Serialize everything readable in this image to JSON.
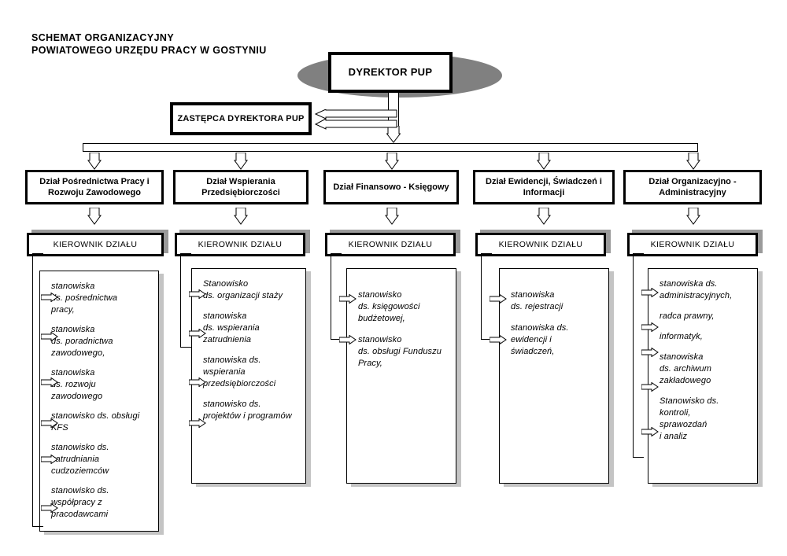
{
  "title": {
    "line1": "SCHEMAT  ORGANIZACYJNY",
    "line2": "POWIATOWEGO  URZĘDU  PRACY W GOSTYNIU",
    "full": "SCHEMAT  ORGANIZACYJNY\nPOWIATOWEGO  URZĘDU  PRACY W GOSTYNIU"
  },
  "top": {
    "director": "DYREKTOR\nPUP",
    "deputy": "ZASTĘPCA  DYREKTORA\nPUP"
  },
  "manager_label": "KIEROWNIK  DZIAŁU",
  "columns": [
    {
      "department": "Dział Pośrednictwa Pracy\ni Rozwoju Zawodowego",
      "manager": "KIEROWNIK  DZIAŁU",
      "positions": [
        "stanowiska\nds. pośrednictwa\npracy,",
        "stanowiska\nds. poradnictwa\nzawodowego,",
        "stanowiska\nds. rozwoju\nzawodowego",
        "stanowisko ds. obsługi\nKFS",
        "stanowisko ds.\nzatrudniania\ncudzoziemców",
        "stanowisko ds.\nwspółpracy z\npracodawcami"
      ]
    },
    {
      "department": "Dział Wspierania\nPrzedsiębiorczości",
      "manager": "KIEROWNIK  DZIAŁU",
      "positions": [
        "Stanowisko\nds. organizacji staży",
        "stanowiska\nds. wspierania\nzatrudnienia",
        "stanowiska ds.\nwspierania\nprzedsiębiorczości",
        "stanowisko ds.\nprojektów i programów"
      ]
    },
    {
      "department": "Dział Finansowo -\nKsięgowy",
      "manager": "KIEROWNIK  DZIAŁU",
      "positions": [
        "stanowisko\nds. księgowości\nbudżetowej,",
        "stanowisko\nds. obsługi Funduszu\nPracy,"
      ]
    },
    {
      "department": "Dział Ewidencji, Świadczeń\ni Informacji",
      "manager": "KIEROWNIK  DZIAŁU",
      "positions": [
        "stanowiska\nds. rejestracji",
        "stanowiska ds.\newidencji i\nświadczeń,"
      ]
    },
    {
      "department": "Dział Organizacyjno -\nAdministracyjny",
      "manager": "KIEROWNIK  DZIAŁU",
      "positions": [
        "stanowiska ds.\nadministracyjnych,",
        "radca prawny,",
        "informatyk,",
        "stanowiska\nds. archiwum\nzakładowego",
        "Stanowisko ds.\nkontroli,\nsprawozdań\ni analiz"
      ]
    }
  ],
  "colors": {
    "ellipse_shadow": "#808080",
    "manager_shadow": "#9a9a9a",
    "box_shadow": "#c4c4c4",
    "line": "#000000",
    "background": "#ffffff"
  },
  "icons": {
    "down_arrow": "down-block-arrow-icon",
    "right_arrow": "right-block-arrow-icon",
    "left_arrow": "left-block-arrow-icon"
  }
}
